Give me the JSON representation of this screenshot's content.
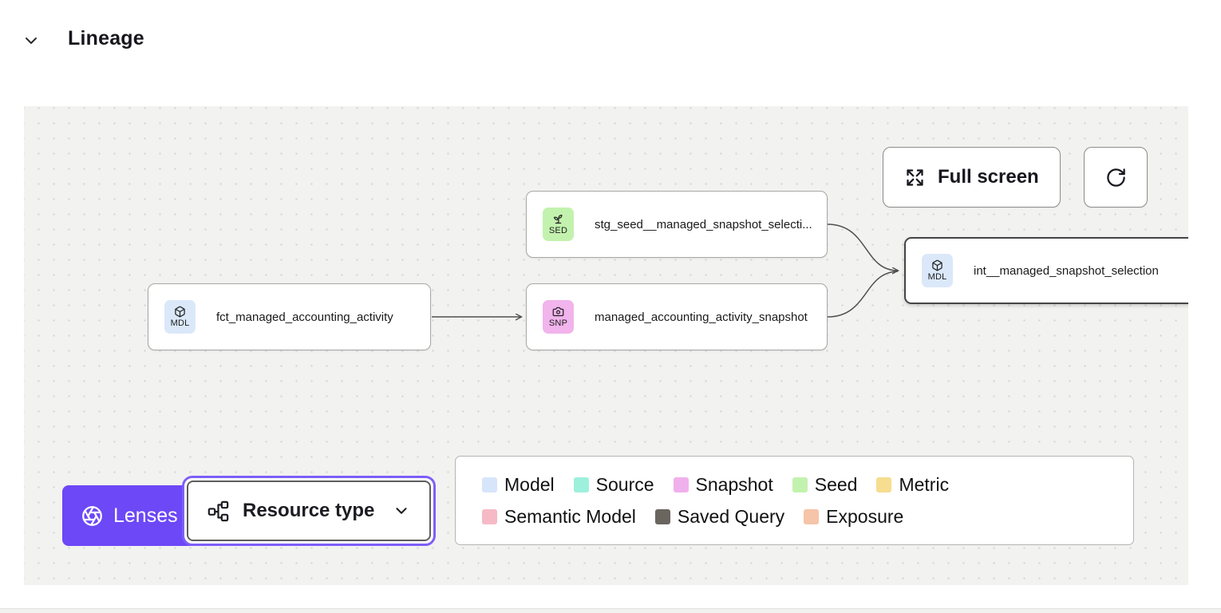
{
  "header": {
    "title": "Lineage"
  },
  "toolbar": {
    "full_screen_label": "Full screen"
  },
  "nodes": [
    {
      "badge": "SED",
      "type": "seed",
      "label": "stg_seed__managed_snapshot_selecti..."
    },
    {
      "badge": "MDL",
      "type": "model",
      "label": "fct_managed_accounting_activity"
    },
    {
      "badge": "SNP",
      "type": "snapshot",
      "label": "managed_accounting_activity_snapshot"
    },
    {
      "badge": "MDL",
      "type": "model",
      "label": "int__managed_snapshot_selection",
      "selected": true
    }
  ],
  "controls": {
    "lenses_label": "Lenses",
    "resource_type_label": "Resource type"
  },
  "legend": {
    "items": [
      {
        "label": "Model",
        "color": "#d7e5fa"
      },
      {
        "label": "Source",
        "color": "#9df0dc"
      },
      {
        "label": "Snapshot",
        "color": "#f0b0ec"
      },
      {
        "label": "Seed",
        "color": "#c3f2ae"
      },
      {
        "label": "Metric",
        "color": "#f6dd90"
      },
      {
        "label": "Semantic Model",
        "color": "#f6bac6"
      },
      {
        "label": "Saved Query",
        "color": "#6b6560"
      },
      {
        "label": "Exposure",
        "color": "#f6c4a8"
      }
    ]
  },
  "colors": {
    "model_badge": "#dbe8f9",
    "seed_badge": "#c3f2ae",
    "snapshot_badge": "#f1b4ec",
    "lenses_bg": "#6c48f7",
    "focus_ring": "#7e5ef8",
    "edge": "#4f4f4f",
    "canvas_bg": "#f2f2f1"
  }
}
